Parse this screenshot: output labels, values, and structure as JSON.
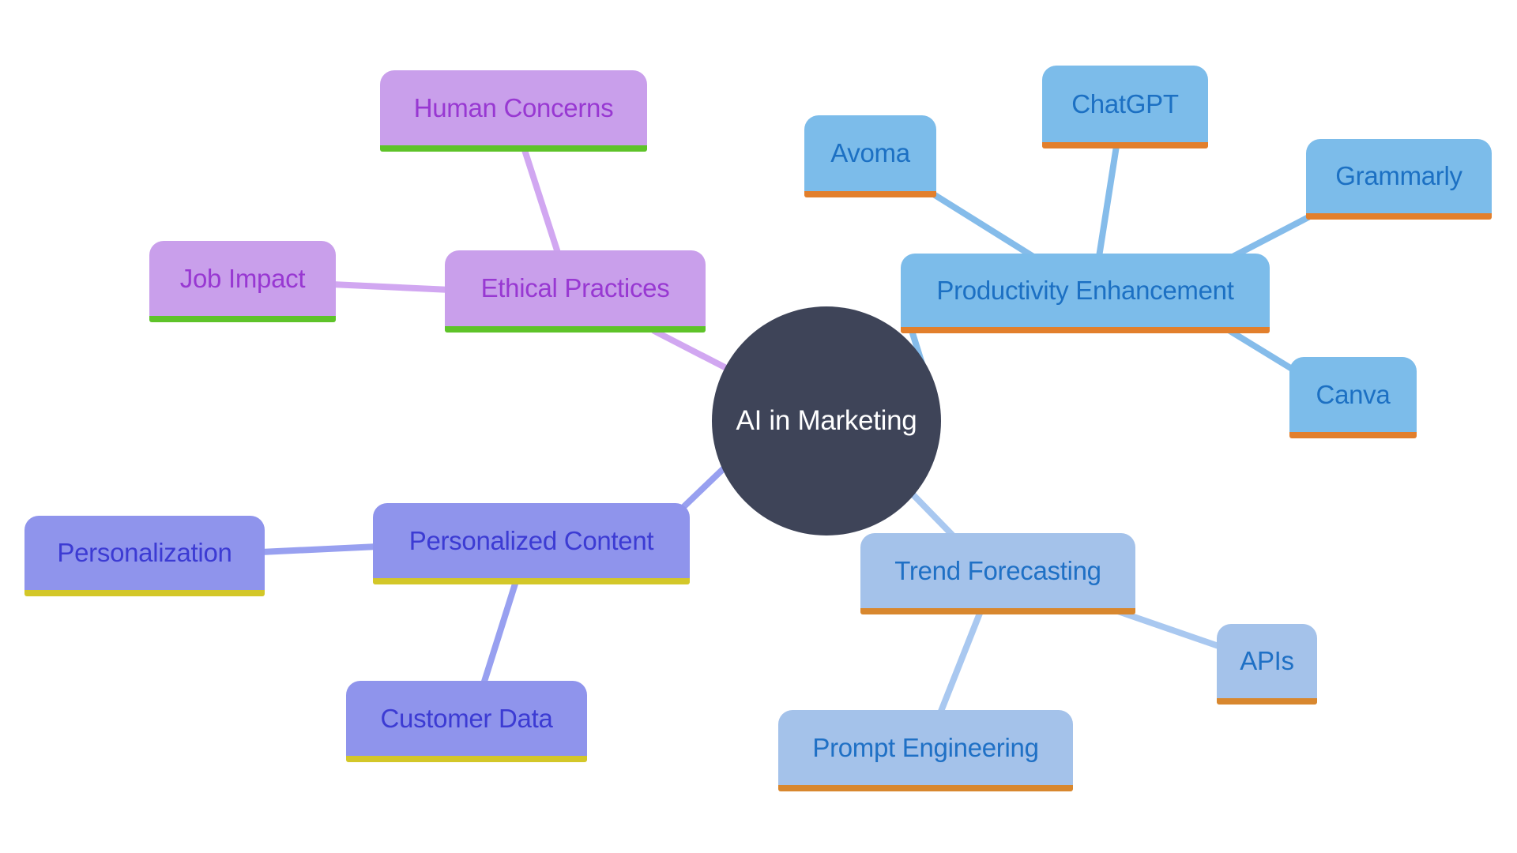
{
  "diagram": {
    "type": "mind-map",
    "background_color": "#FFFFFF",
    "center": {
      "label": "AI in Marketing",
      "fill": "#3E4458",
      "text_color": "#FFFFFF"
    },
    "branches": {
      "ethics": {
        "fill": "#C99FEB",
        "text_color": "#9838D2",
        "accent_color": "#5EC329",
        "line_color": "#D1A7F1",
        "nodes": {
          "ethical_practices": {
            "label": "Ethical Practices"
          },
          "human_concerns": {
            "label": "Human Concerns"
          },
          "job_impact": {
            "label": "Job Impact"
          }
        }
      },
      "productivity": {
        "fill": "#7CBCEA",
        "text_color": "#1C70C3",
        "accent_color": "#E27F2C",
        "line_color": "#85BCEA",
        "nodes": {
          "productivity_enhancement": {
            "label": "Productivity Enhancement"
          },
          "avoma": {
            "label": "Avoma"
          },
          "chatgpt": {
            "label": "ChatGPT"
          },
          "grammarly": {
            "label": "Grammarly"
          },
          "canva": {
            "label": "Canva"
          }
        }
      },
      "trends": {
        "fill": "#A4C2EA",
        "text_color": "#1F70C5",
        "accent_color": "#D8872E",
        "line_color": "#A9C8F0",
        "nodes": {
          "trend_forecasting": {
            "label": "Trend Forecasting"
          },
          "apis": {
            "label": "APIs"
          },
          "prompt_engineering": {
            "label": "Prompt Engineering"
          }
        }
      },
      "content": {
        "fill": "#8F94EC",
        "text_color": "#3C3BD3",
        "accent_color": "#D3C729",
        "line_color": "#98A0F0",
        "nodes": {
          "personalized_content": {
            "label": "Personalized Content"
          },
          "personalization": {
            "label": "Personalization"
          },
          "customer_data": {
            "label": "Customer Data"
          }
        }
      }
    }
  }
}
